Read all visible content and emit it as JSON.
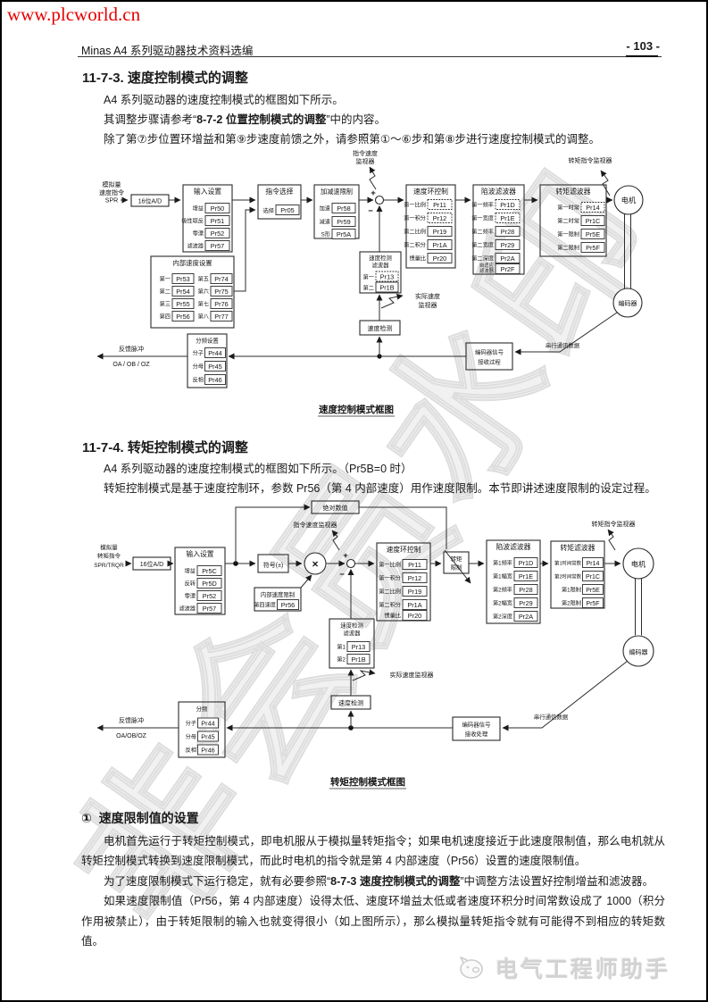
{
  "page": {
    "site": "www.plcworld.cn",
    "header_title": "Minas A4 系列驱动器技术资料选编",
    "page_number": "- 103 -",
    "watermark": "非会员水印",
    "footer_brand": "电气工程师助手"
  },
  "s1": {
    "heading": "11-7-3. 速度控制模式的调整",
    "p1": "A4 系列驱动器的速度控制模式的框图如下所示。",
    "p2a": "其调整步骤请参考“",
    "p2b": "8-7-2 位置控制模式的调整",
    "p2c": "”中的内容。",
    "p3": "除了第⑦步位置环增益和第⑨步速度前馈之外，请参照第①～⑥步和第⑧步进行速度控制模式的调整。",
    "caption": "速度控制模式框图"
  },
  "s2": {
    "heading": "11-7-4. 转矩控制模式的调整",
    "p1": "A4 系列驱动器的速度控制模式的框图如下所示。（Pr5B=0 时）",
    "p2": "转矩控制模式是基于速度控制环，参数 Pr56（第 4 内部速度）用作速度限制。本节即讲述速度限制的设定过程。",
    "caption": "转矩控制模式框图"
  },
  "s3": {
    "num": "①",
    "heading": "速度限制值的设置",
    "p1": "电机首先运行于转矩控制模式，即电机服从于模拟量转矩指令；如果电机速度接近于此速度限制值，那么电机就从转矩控制模式转换到速度限制模式，而此时电机的指令就是第 4 内部速度（Pr56）设置的速度限制值。",
    "p2a": "为了速度限制模式下运行稳定，就有必要参照“",
    "p2b": "8-7-3 速度控制模式的调整",
    "p2c": "”中调整方法设置好控制增益和滤波器。",
    "p3": "如果速度限制值（Pr56，第 4 内部速度）设得太低、速度环增益太低或者速度环积分时间常数设成了 1000（积分作用被禁止），由于转矩限制的输入也就变得很小（如上图所示），那么模拟量转矩指令就有可能得不到相应的转矩数值。"
  },
  "d1": {
    "src1": "模拟量",
    "src2": "速度指令",
    "src3": "SPR",
    "adc": "16位A/D",
    "input": {
      "title": "输入设置",
      "r": [
        [
          "增益",
          "Pr50"
        ],
        [
          "极性取反",
          "Pr51"
        ],
        [
          "零漂",
          "Pr52"
        ],
        [
          "滤波器",
          "Pr57"
        ]
      ]
    },
    "sel": {
      "title": "指令选择",
      "label": "选择",
      "pr": "Pr05"
    },
    "acc": {
      "title": "加减速限制",
      "r": [
        [
          "加速",
          "Pr58"
        ],
        [
          "减速",
          "Pr59"
        ],
        [
          "S形",
          "Pr5A"
        ]
      ]
    },
    "mon_cmd1": "指令速度",
    "mon_cmd2": "监视器",
    "loop": {
      "title": "速度环控制",
      "r": [
        [
          "第一比例",
          "Pr11"
        ],
        [
          "第一积分",
          "Pr12"
        ],
        [
          "第二比例",
          "Pr19"
        ],
        [
          "第二积分",
          "Pr1A"
        ],
        [
          "惯量比",
          "Pr20"
        ]
      ]
    },
    "notch": {
      "title": "陷波滤波器",
      "r": [
        [
          "第一频率",
          "Pr1D"
        ],
        [
          "第一宽度",
          "Pr1E"
        ],
        [
          "第二频率",
          "Pr28"
        ],
        [
          "第二宽度",
          "Pr29"
        ],
        [
          "第二深度",
          "Pr2A"
        ]
      ],
      "adp1": "自适应",
      "adp2": "滤波器",
      "adp_pr": "Pr2F"
    },
    "tf": {
      "title": "转矩滤波器",
      "r": [
        [
          "第一时常",
          "Pr14"
        ],
        [
          "第二时常",
          "Pr1C"
        ],
        [
          "第一限制",
          "Pr5E"
        ],
        [
          "第二限制",
          "Pr5F"
        ]
      ]
    },
    "mon_trq": "转矩指令监视器",
    "motor": "电机",
    "encoder": "编码器",
    "sdf": {
      "t1": "速度检测",
      "t2": "滤波器",
      "r": [
        [
          "第一",
          "Pr13"
        ],
        [
          "第二",
          "Pr1B"
        ]
      ]
    },
    "mon_act1": "实际速度",
    "mon_act2": "监视器",
    "sd": "速度检测",
    "isp": {
      "title": "内部速度设置",
      "r": [
        [
          "第一",
          "Pr53",
          "第五",
          "Pr74"
        ],
        [
          "第二",
          "Pr54",
          "第六",
          "Pr75"
        ],
        [
          "第三",
          "Pr55",
          "第七",
          "Pr76"
        ],
        [
          "第四",
          "Pr56",
          "第八",
          "Pr77"
        ]
      ]
    },
    "div": {
      "title": "分频设置",
      "r": [
        [
          "分子",
          "Pr44"
        ],
        [
          "分母",
          "Pr45"
        ],
        [
          "反相",
          "Pr46"
        ]
      ]
    },
    "fb1": "反馈脉冲",
    "fb2": "OA / OB / OZ",
    "enc_rx1": "编码器信号",
    "enc_rx2": "接收过程",
    "serial": "串行通讯数据",
    "plus": "+",
    "minus": "−"
  },
  "d2": {
    "src1": "模拟量",
    "src2": "转矩指令",
    "src3": "SPR/TRQR",
    "adc": "16位A/D",
    "input": {
      "title": "输入设置",
      "r": [
        [
          "增益",
          "Pr5C"
        ],
        [
          "反转",
          "Pr5D"
        ],
        [
          "零漂",
          "Pr52"
        ],
        [
          "滤波器",
          "Pr57"
        ]
      ]
    },
    "abs": "绝对数值",
    "mon_cmd": "指令速度监视器",
    "sign": "符号(±)",
    "ilim": {
      "title": "内部速度限制",
      "label": "第四速度",
      "pr": "Pr56"
    },
    "loop": {
      "title": "速度环控制",
      "r": [
        [
          "第一比例",
          "Pr11"
        ],
        [
          "第一积分",
          "Pr12"
        ],
        [
          "第二比例",
          "Pr19"
        ],
        [
          "第二积分",
          "Pr1A"
        ],
        [
          "惯量比",
          "Pr20"
        ]
      ]
    },
    "tlim1": "转矩",
    "tlim2": "限制",
    "notch": {
      "title": "陷波滤波器",
      "r": [
        [
          "第1频率",
          "Pr1D"
        ],
        [
          "第1幅宽",
          "Pr1E"
        ],
        [
          "第2频率",
          "Pr28"
        ],
        [
          "第2幅宽",
          "Pr29"
        ],
        [
          "第2深度",
          "Pr2A"
        ]
      ]
    },
    "tf": {
      "title": "转矩滤波器",
      "r": [
        [
          "第1时间常数",
          "Pr14"
        ],
        [
          "第2时间常数",
          "Pr1C"
        ],
        [
          "第1限制",
          "Pr5E"
        ],
        [
          "第2限制",
          "Pr5F"
        ]
      ]
    },
    "mon_trq": "转矩指令监视器",
    "motor": "电机",
    "encoder": "编码器",
    "sdf": {
      "t1": "速度检测",
      "t2": "滤波器",
      "r": [
        [
          "第1",
          "Pr13"
        ],
        [
          "第2",
          "Pr1B"
        ]
      ]
    },
    "mon_act": "实际速度监视器",
    "sd": "速度检测",
    "div": {
      "title": "分频",
      "r": [
        [
          "分子",
          "Pr44"
        ],
        [
          "分母",
          "Pr45"
        ],
        [
          "反相",
          "Pr46"
        ]
      ]
    },
    "fb1": "反馈脉冲",
    "fb2": "OA/OB/OZ",
    "enc_rx1": "编码器信号",
    "enc_rx2": "接收处理",
    "serial": "串行通信数据",
    "mult": "×",
    "plus": "+",
    "minus": "−"
  }
}
